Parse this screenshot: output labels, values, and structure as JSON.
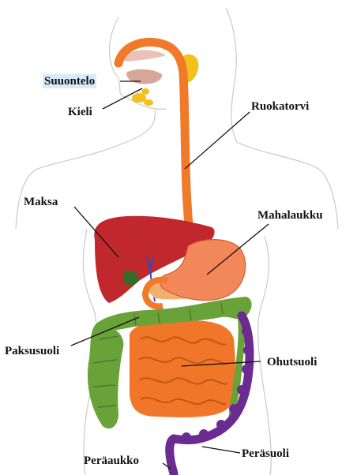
{
  "labels": {
    "suuontelo": "Suuontelo",
    "kieli": "Kieli",
    "ruokatorvi": "Ruokatorvi",
    "maksa": "Maksa",
    "mahalaukku": "Mahalaukku",
    "paksusuoli": "Paksusuoli",
    "ohutsuoli": "Ohutsuoli",
    "perasuoli": "Peräsuoli",
    "peraaukko": "Peräaukko"
  },
  "colors": {
    "outline": "#c9c9c9",
    "esophagus": "#f07a2a",
    "liver": "#c0282d",
    "stomach": "#f2875a",
    "large_intestine": "#6aa23a",
    "small_intestine": "#f0772a",
    "rectum": "#6a2c91",
    "salivary": "#f2c21a",
    "tongue": "#d9a79a",
    "highlight": "#d8ecf8"
  }
}
